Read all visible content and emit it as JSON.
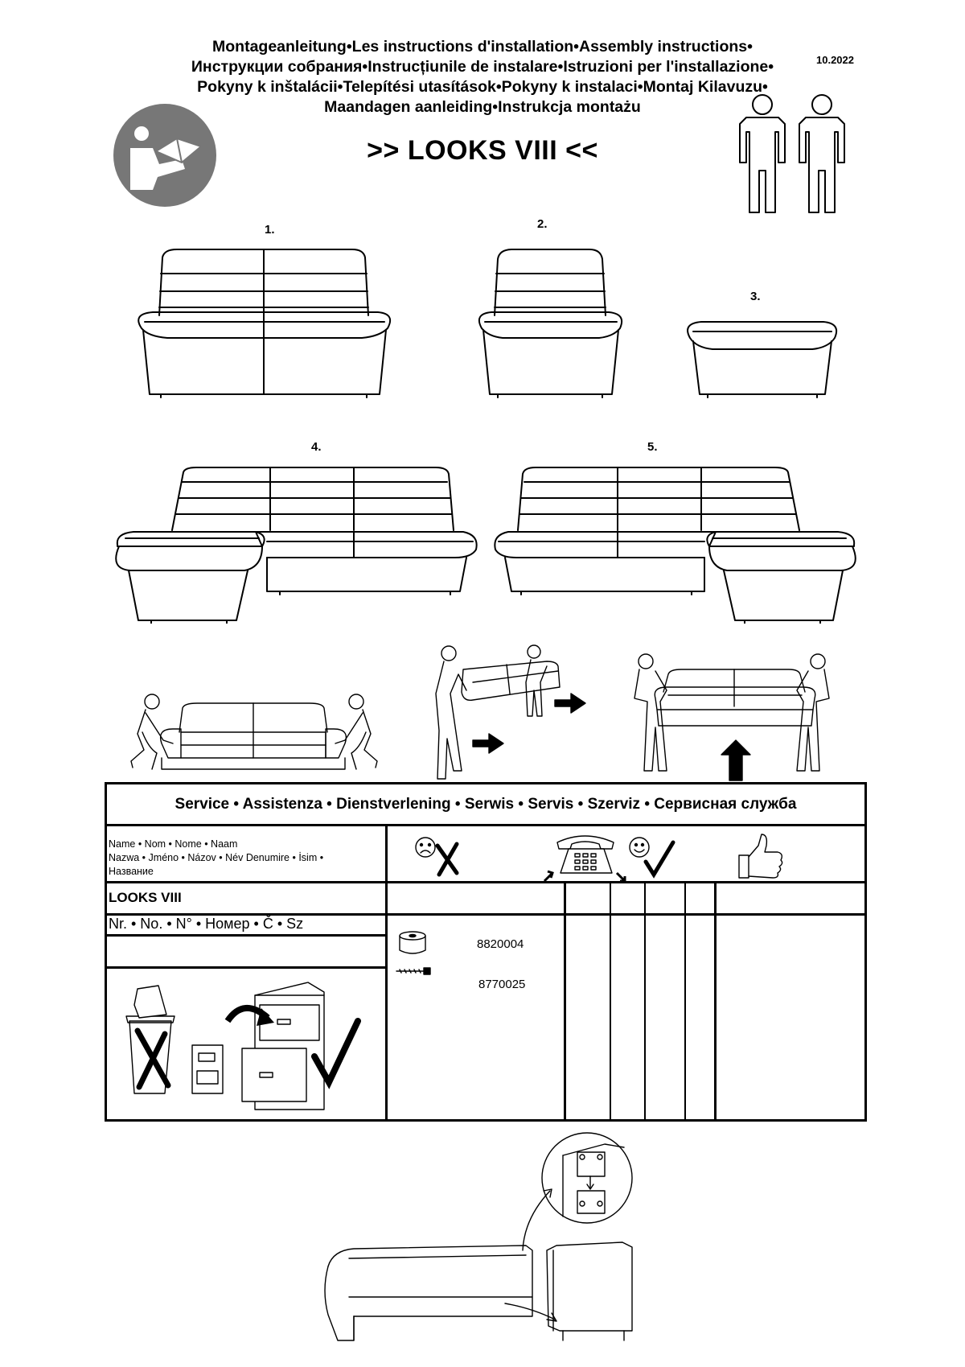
{
  "header": {
    "title_lines": [
      "Montageanleitung•Les instructions d'installation•Assembly instructions•",
      "Инструкции собрания•Instrucțiunile de instalare•Istruzioni per l'installazione•",
      "Pokyny k inštalácii•Telepítési utasítások•Pokyny k instalaci•Montaj Kilavuzu•",
      "Maandagen aanleiding•Instrukcja montażu"
    ],
    "date": "10.2022",
    "product_title": ">> LOOKS VIII  <<"
  },
  "icons": {
    "read_manual": "read-manual-icon",
    "two_persons": "two-persons-icon"
  },
  "configurations": [
    {
      "number": "1."
    },
    {
      "number": "2."
    },
    {
      "number": "3."
    },
    {
      "number": "4."
    },
    {
      "number": "5."
    }
  ],
  "service": {
    "heading": "Service • Assistenza • Dienstverlening • Serwis • Servis • Szerviz • Сервисная служба",
    "name_label_lines": [
      "Name • Nom • Nome • Naam",
      "Nazwa • Jméno • Názov • Név Denumire • İsim •",
      "Название"
    ],
    "product_name": "LOOKS VIII",
    "number_label": "Nr. • No. • N° • Номер • Č • Sz",
    "parts": [
      {
        "icon": "spacer-roll-icon",
        "code": "8820004"
      },
      {
        "icon": "screw-icon",
        "code": "8770025"
      }
    ]
  }
}
